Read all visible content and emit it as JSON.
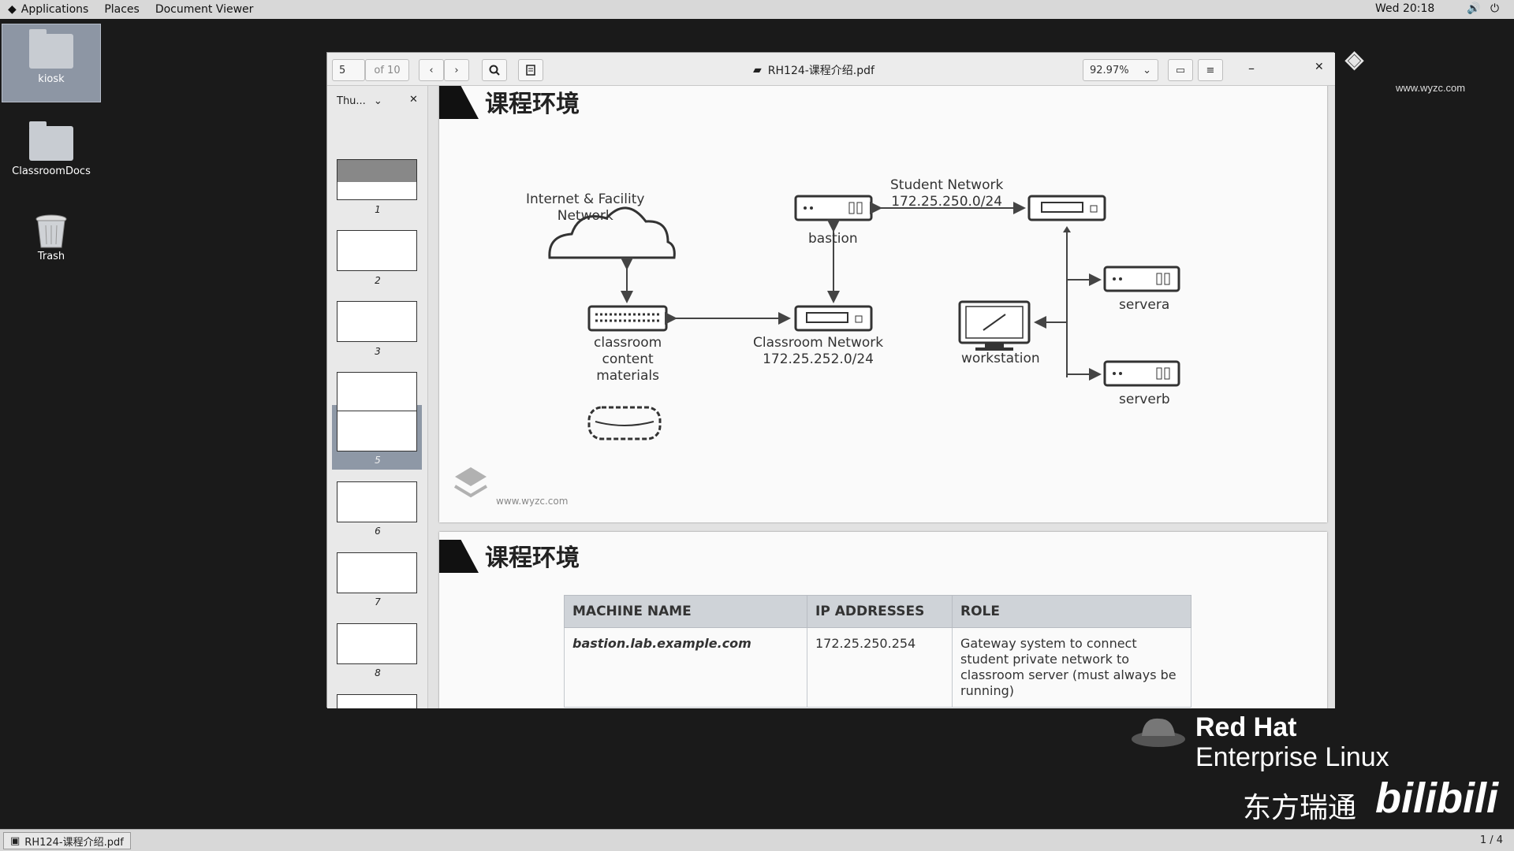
{
  "topbar": {
    "applications": "Applications",
    "places": "Places",
    "app_name": "Document Viewer",
    "clock": "Wed 20:18"
  },
  "desktop": {
    "icons": [
      {
        "label": "kiosk"
      },
      {
        "label": "ClassroomDocs"
      },
      {
        "label": "Trash"
      }
    ]
  },
  "viewer": {
    "page_current": "5",
    "page_total": "of 10",
    "title": "RH124-课程介绍.pdf",
    "zoom": "92.97%",
    "sidebar_mode": "Thu...",
    "thumbnails": [
      "1",
      "2",
      "3",
      "4",
      "5",
      "6",
      "7",
      "8"
    ],
    "selected_thumbnail": "5"
  },
  "slide1": {
    "title": "课程环境",
    "internet_label_1": "Internet & Facility",
    "internet_label_2": "Network",
    "student_network": "Student Network",
    "student_subnet": "172.25.250.0/24",
    "bastion": "bastion",
    "classroom_network": "Classroom Network",
    "classroom_subnet": "172.25.252.0/24",
    "classroom_content_1": "classroom",
    "classroom_content_2": "content",
    "classroom_content_3": "materials",
    "workstation": "workstation",
    "servera": "servera",
    "serverb": "serverb",
    "watermark_text": "www.wyzc.com"
  },
  "slide2": {
    "title": "课程环境",
    "columns": [
      "MACHINE NAME",
      "IP ADDRESSES",
      "ROLE"
    ],
    "rows": [
      {
        "machine": "bastion.lab.example.com",
        "ip": "172.25.250.254",
        "role": "Gateway system to connect student private network to classroom server (must always be running)"
      }
    ]
  },
  "watermarks": {
    "top_right_url": "www.wyzc.com",
    "redhat_1": "Red Hat",
    "redhat_2": "Enterprise Linux",
    "dongfang": "东方瑞通",
    "bilibili": "bilibili"
  },
  "taskbar": {
    "item": "RH124-课程介绍.pdf",
    "workspace": "1 / 4"
  }
}
